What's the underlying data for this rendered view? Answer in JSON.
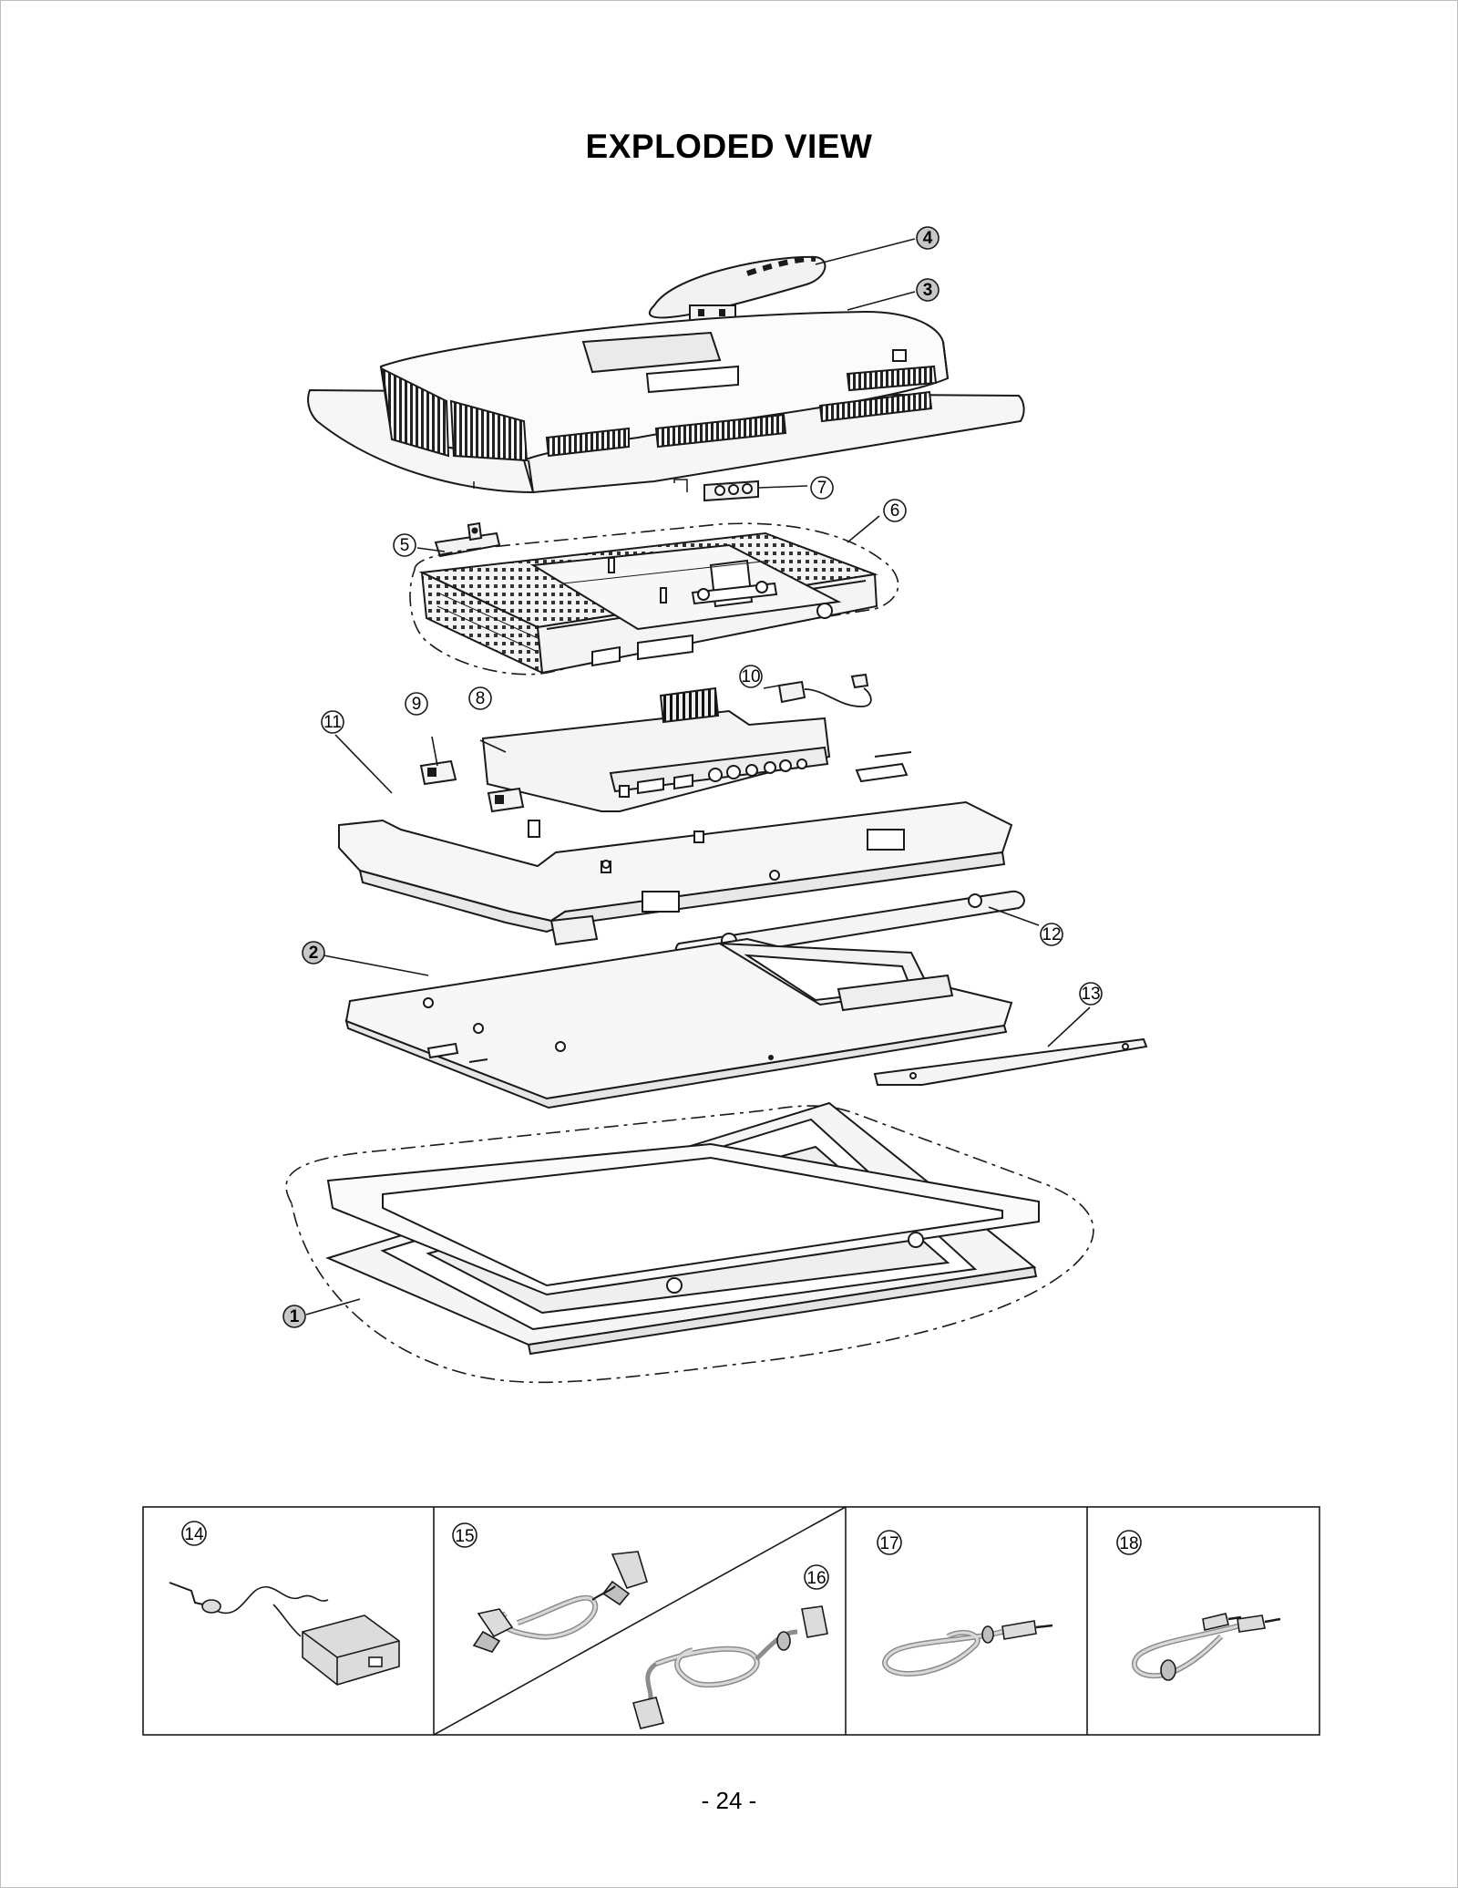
{
  "title": "EXPLODED VIEW",
  "page_number": "- 24 -",
  "callouts": [
    {
      "label": "1",
      "style": "filled"
    },
    {
      "label": "2",
      "style": "filled"
    },
    {
      "label": "3",
      "style": "filled"
    },
    {
      "label": "4",
      "style": "filled"
    },
    {
      "label": "5",
      "style": "open"
    },
    {
      "label": "6",
      "style": "open"
    },
    {
      "label": "7",
      "style": "open"
    },
    {
      "label": "8",
      "style": "open"
    },
    {
      "label": "9",
      "style": "open"
    },
    {
      "label": "10",
      "style": "open"
    },
    {
      "label": "11",
      "style": "open"
    },
    {
      "label": "12",
      "style": "open"
    },
    {
      "label": "13",
      "style": "open"
    }
  ],
  "accessories": [
    {
      "label": "14",
      "item": "power-adapter"
    },
    {
      "label": "15",
      "item": "d-sub-cable"
    },
    {
      "label": "16",
      "item": "dvi-cable"
    },
    {
      "label": "17",
      "item": "audio-cable"
    },
    {
      "label": "18",
      "item": "audio-cable"
    }
  ],
  "colors": {
    "line": "#1a1a1a",
    "part_fill": "#f2f2f2",
    "filled_bubble": "#c8c8c8",
    "light_fill": "#dcdcdc"
  }
}
